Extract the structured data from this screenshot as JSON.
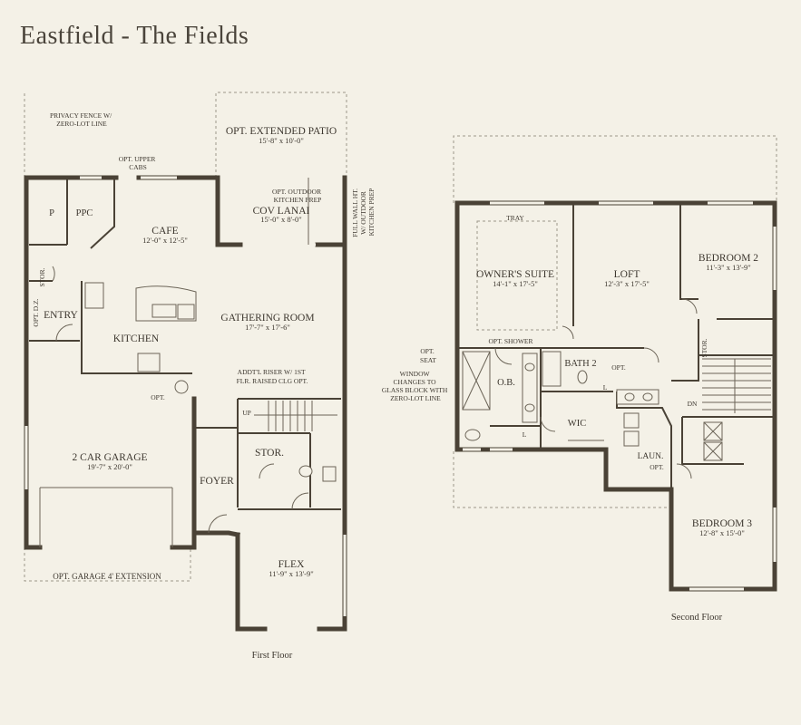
{
  "title": "Eastfield - The Fields",
  "first_floor": {
    "label": "First Floor",
    "notes": {
      "privacy_fence": [
        "PRIVACY FENCE W/",
        "ZERO-LOT LINE"
      ],
      "upper_cabs": [
        "OPT. UPPER",
        "CABS"
      ],
      "outdoor_kitchen": [
        "OPT. OUTDOOR",
        "KITCHEN PREP"
      ],
      "full_wall": [
        "FULL WALL HT.",
        "W/ OUTDOOR",
        "KITCHEN PREP"
      ],
      "riser": [
        "ADDT'L RISER W/ 1ST",
        "FLR. RAISED CLG OPT."
      ],
      "up": "UP",
      "opt_kitchen": "OPT.",
      "garage_ext": "OPT. GARAGE 4' EXTENSION"
    },
    "rooms": {
      "patio": {
        "name": "OPT. EXTENDED PATIO",
        "dim": "15'-8\" x 10'-0\""
      },
      "lanai": {
        "name": "COV LANAI",
        "dim": "15'-0\" x 8'-0\""
      },
      "cafe": {
        "name": "CAFE",
        "dim": "12'-0\" x 12'-5\""
      },
      "gathering": {
        "name": "GATHERING ROOM",
        "dim": "17'-7\" x 17'-6\""
      },
      "kitchen": {
        "name": "KITCHEN"
      },
      "entry": {
        "name": "ENTRY"
      },
      "optdz": {
        "name": "OPT. D.Z."
      },
      "stor_small": {
        "name": "STOR."
      },
      "p": {
        "name": "P"
      },
      "ppc": {
        "name": "PPC"
      },
      "garage": {
        "name": "2 CAR GARAGE",
        "dim": "19'-7\" x 20'-0\""
      },
      "foyer": {
        "name": "FOYER"
      },
      "stor": {
        "name": "STOR."
      },
      "flex": {
        "name": "FLEX",
        "dim": "11'-9\" x 13'-9\""
      }
    }
  },
  "second_floor": {
    "label": "Second Floor",
    "notes": {
      "tray": "TRAY",
      "opt_shower": "OPT. SHOWER",
      "opt_seat": [
        "OPT.",
        "SEAT"
      ],
      "window_note": [
        "WINDOW",
        "CHANGES TO",
        "GLASS BLOCK WITH",
        "ZERO-LOT LINE"
      ],
      "opt_bath": "OPT.",
      "opt_laun": "OPT.",
      "l1": "L",
      "l2": "L",
      "dn": "DN"
    },
    "rooms": {
      "owners": {
        "name": "OWNER'S SUITE",
        "dim": "14'-1\" x 17'-5\""
      },
      "loft": {
        "name": "LOFT",
        "dim": "12'-3\" x 17'-5\""
      },
      "bed2": {
        "name": "BEDROOM 2",
        "dim": "11'-3\" x 13'-9\""
      },
      "bath2": {
        "name": "BATH 2"
      },
      "ob": {
        "name": "O.B."
      },
      "wic": {
        "name": "WIC"
      },
      "laun": {
        "name": "LAUN."
      },
      "stor": {
        "name": "STOR."
      },
      "bed3": {
        "name": "BEDROOM 3",
        "dim": "12'-8\" x 15'-0\""
      }
    }
  }
}
